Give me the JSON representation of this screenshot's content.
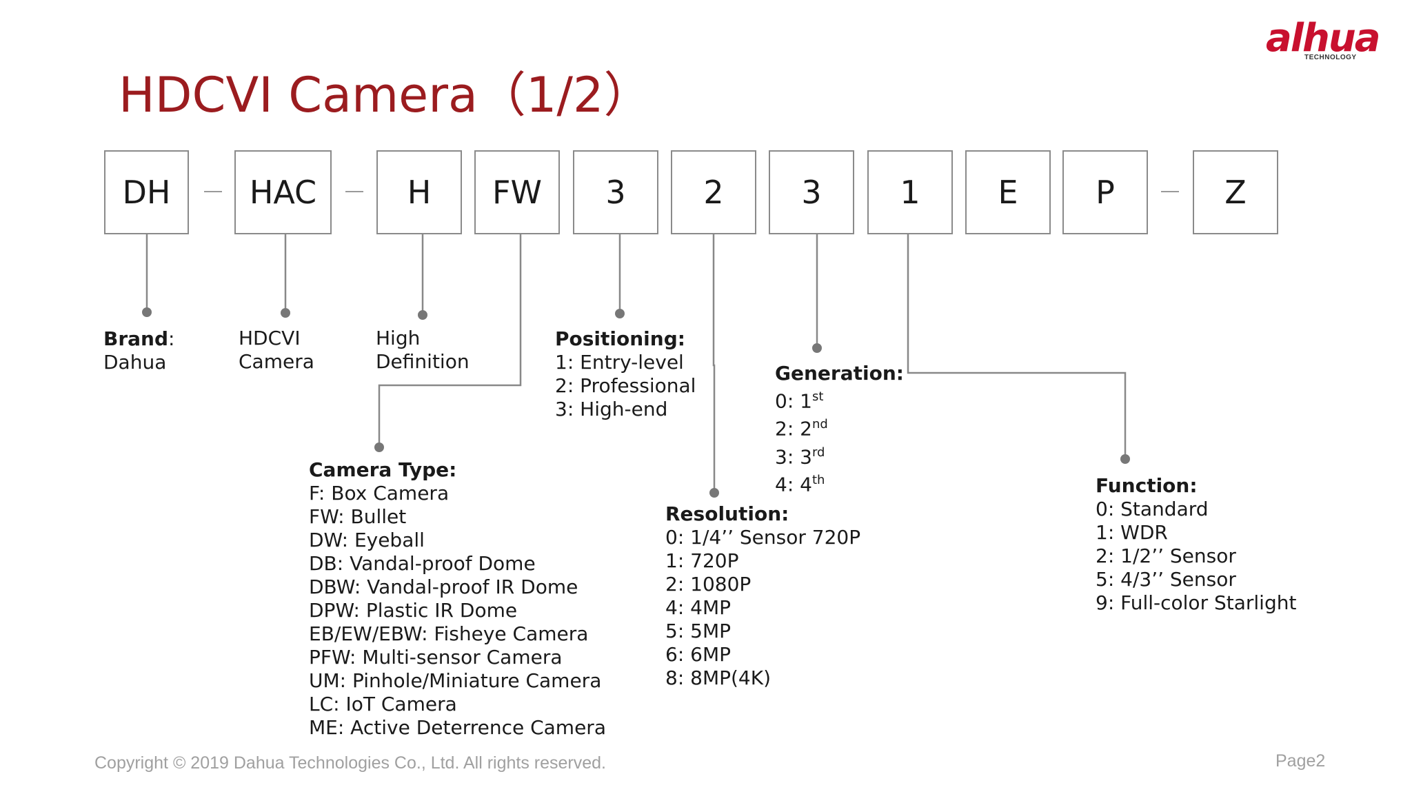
{
  "title": "HDCVI Camera（1/2）",
  "logo": {
    "wordmark": "alhua",
    "tagline": "TECHNOLOGY",
    "color": "#c8102e"
  },
  "title_color": "#9b1c1f",
  "code_boxes": [
    "DH",
    "HAC",
    "H",
    "FW",
    "3",
    "2",
    "3",
    "1",
    "E",
    "P",
    "Z"
  ],
  "brand": {
    "heading": "Brand",
    "colon": ":",
    "value": "Dahua"
  },
  "hdcvi": {
    "line1": "HDCVI",
    "line2": "Camera"
  },
  "hd": {
    "line1": "High",
    "line2": "Definition"
  },
  "positioning": {
    "heading": "Positioning:",
    "items": [
      "1: Entry-level",
      "2: Professional",
      "3: High-end"
    ]
  },
  "generation": {
    "heading": "Generation:",
    "items": [
      {
        "prefix": "0: 1",
        "sup": "st"
      },
      {
        "prefix": "2: 2",
        "sup": "nd"
      },
      {
        "prefix": "3: 3",
        "sup": "rd"
      },
      {
        "prefix": "4: 4",
        "sup": "th"
      }
    ]
  },
  "camera_type": {
    "heading": "Camera Type:",
    "items": [
      "F: Box Camera",
      "FW: Bullet",
      "DW: Eyeball",
      "DB:  Vandal-proof Dome",
      "DBW: Vandal-proof IR Dome",
      "DPW: Plastic IR Dome",
      "EB/EW/EBW: Fisheye Camera",
      "PFW: Multi-sensor Camera",
      "UM: Pinhole/Miniature Camera",
      "LC: IoT Camera",
      "ME: Active Deterrence Camera"
    ]
  },
  "resolution": {
    "heading": "Resolution:",
    "items": [
      "0: 1/4’’ Sensor 720P",
      "1: 720P",
      "2: 1080P",
      "4: 4MP",
      "5: 5MP",
      "6: 6MP",
      "8: 8MP(4K)"
    ]
  },
  "function": {
    "heading": "Function:",
    "items": [
      "0: Standard",
      "1: WDR",
      "2: 1/2’’ Sensor",
      "5: 4/3’’ Sensor",
      "9: Full-color Starlight"
    ]
  },
  "footer": {
    "copyright": "Copyright © 2019 Dahua Technologies Co., Ltd. All rights reserved.",
    "page": "Page2"
  }
}
